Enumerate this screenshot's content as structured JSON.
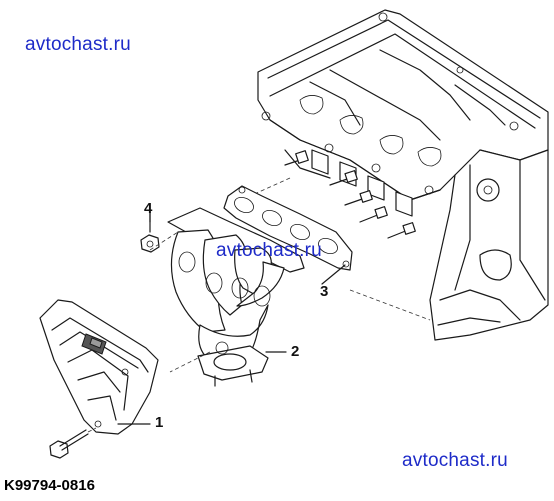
{
  "watermarks": [
    "avtochast.ru",
    "avtochast.ru",
    "avtochast.ru"
  ],
  "callouts": {
    "heat_shield": "1",
    "exhaust_manifold": "2",
    "manifold_gasket": "3",
    "nut": "4"
  },
  "part_number": "K99794-0816",
  "colors": {
    "watermark": "#1e2bc8",
    "line": "#1a1a1a"
  }
}
